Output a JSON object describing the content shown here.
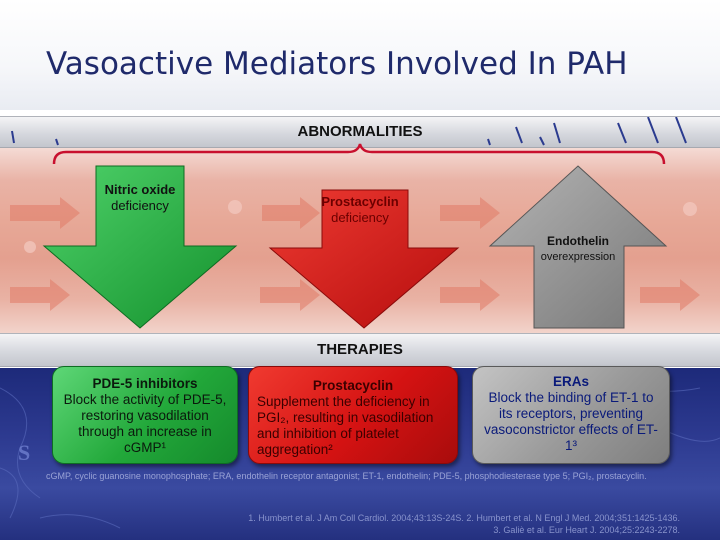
{
  "title": "Vasoactive Mediators Involved In PAH",
  "abnormalities": {
    "label": "ABNORMALITIES",
    "items": [
      {
        "name": "Nitric oxide",
        "detail": "deficiency",
        "color": "#1fae3a"
      },
      {
        "name": "Prostacyclin",
        "detail": "deficiency",
        "color": "#d41212"
      },
      {
        "name": "Endothelin",
        "detail": "overexpression",
        "color": "#8e8e8e"
      }
    ]
  },
  "therapies": {
    "label": "THERAPIES",
    "items": [
      {
        "heading": "PDE-5 inhibitors",
        "text": "Block the activity of PDE-5, restoring vasodilation through an increase in cGMP¹",
        "color": "#22a83a"
      },
      {
        "heading": "Prostacyclin",
        "text": "Supplement the deficiency in PGI₂, resulting in vasodilation and inhibition of platelet aggregation²",
        "color": "#d41212"
      },
      {
        "heading": "ERAs",
        "text": "Block the binding of ET-1 to its receptors, preventing vasoconstrictor effects of ET-1³",
        "color": "#9a9a9a"
      }
    ]
  },
  "footnote": "cGMP, cyclic guanosine monophosphate; ERA, endothelin receptor antagonist; ET-1, endothelin; PDE-5, phosphodiesterase type 5; PGI₂, prostacyclin.",
  "references": [
    "1. Humbert et al. J Am Coll Cardiol. 2004;43:13S-24S. 2. Humbert et al. N Engl J Med. 2004;351:1425-1436.",
    "3. Galiè et al. Eur Heart J. 2004;25:2243-2278."
  ]
}
